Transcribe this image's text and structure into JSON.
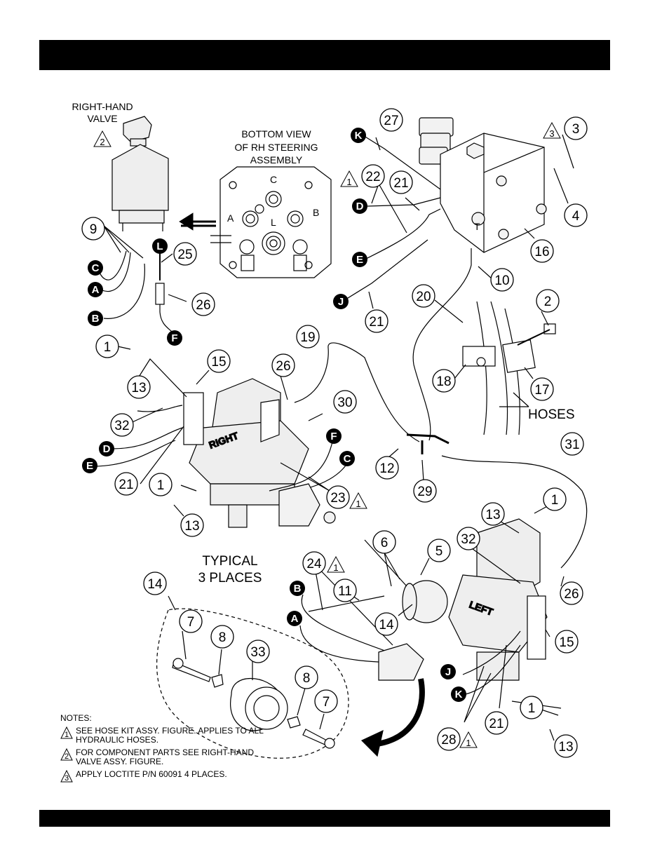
{
  "header": {
    "title": ""
  },
  "footer": {
    "text": ""
  },
  "captions": {
    "right_hand_valve": [
      "RIGHT-HAND",
      "VALVE"
    ],
    "bottom_view": [
      "BOTTOM VIEW",
      "OF RH STEERING",
      "ASSEMBLY"
    ],
    "typical": [
      "TYPICAL",
      "3 PLACES"
    ],
    "hoses": "HOSES",
    "right": "RIGHT",
    "left": "LEFT",
    "port_labels": {
      "c": "C",
      "a": "A",
      "b": "B",
      "l": "L",
      "t": "T"
    }
  },
  "callouts": [
    {
      "id": "c27",
      "n": "27"
    },
    {
      "id": "c3",
      "n": "3"
    },
    {
      "id": "c22",
      "n": "22"
    },
    {
      "id": "c21a",
      "n": "21"
    },
    {
      "id": "c4",
      "n": "4"
    },
    {
      "id": "c16",
      "n": "16"
    },
    {
      "id": "c10",
      "n": "10"
    },
    {
      "id": "c21b",
      "n": "21"
    },
    {
      "id": "c20",
      "n": "20"
    },
    {
      "id": "c2",
      "n": "2"
    },
    {
      "id": "c18",
      "n": "18"
    },
    {
      "id": "c17",
      "n": "17"
    },
    {
      "id": "c9",
      "n": "9"
    },
    {
      "id": "c25",
      "n": "25"
    },
    {
      "id": "c26a",
      "n": "26"
    },
    {
      "id": "c1a",
      "n": "1"
    },
    {
      "id": "c13a",
      "n": "13"
    },
    {
      "id": "c15a",
      "n": "15"
    },
    {
      "id": "c26b",
      "n": "26"
    },
    {
      "id": "c19",
      "n": "19"
    },
    {
      "id": "c30",
      "n": "30"
    },
    {
      "id": "c32a",
      "n": "32"
    },
    {
      "id": "c21c",
      "n": "21"
    },
    {
      "id": "c1b",
      "n": "1"
    },
    {
      "id": "c13b",
      "n": "13"
    },
    {
      "id": "c23",
      "n": "23"
    },
    {
      "id": "c12",
      "n": "12"
    },
    {
      "id": "c29",
      "n": "29"
    },
    {
      "id": "c31",
      "n": "31"
    },
    {
      "id": "c1c",
      "n": "1"
    },
    {
      "id": "c13c",
      "n": "13"
    },
    {
      "id": "c32b",
      "n": "32"
    },
    {
      "id": "c6",
      "n": "6"
    },
    {
      "id": "c5",
      "n": "5"
    },
    {
      "id": "c24",
      "n": "24"
    },
    {
      "id": "c11",
      "n": "11"
    },
    {
      "id": "c14a",
      "n": "14"
    },
    {
      "id": "c26c",
      "n": "26"
    },
    {
      "id": "c15b",
      "n": "15"
    },
    {
      "id": "c14b",
      "n": "14"
    },
    {
      "id": "c7a",
      "n": "7"
    },
    {
      "id": "c8a",
      "n": "8"
    },
    {
      "id": "c33",
      "n": "33"
    },
    {
      "id": "c8b",
      "n": "8"
    },
    {
      "id": "c7b",
      "n": "7"
    },
    {
      "id": "c21d",
      "n": "21"
    },
    {
      "id": "c1d",
      "n": "1"
    },
    {
      "id": "c28",
      "n": "28"
    },
    {
      "id": "c13d",
      "n": "13"
    }
  ],
  "letter_markers": [
    {
      "id": "mK1",
      "l": "K"
    },
    {
      "id": "mD1",
      "l": "D"
    },
    {
      "id": "mE1",
      "l": "E"
    },
    {
      "id": "mJ1",
      "l": "J"
    },
    {
      "id": "mL",
      "l": "L"
    },
    {
      "id": "mC1",
      "l": "C"
    },
    {
      "id": "mA1",
      "l": "A"
    },
    {
      "id": "mB1",
      "l": "B"
    },
    {
      "id": "mF1",
      "l": "F"
    },
    {
      "id": "mD2",
      "l": "D"
    },
    {
      "id": "mE2",
      "l": "E"
    },
    {
      "id": "mF2",
      "l": "F"
    },
    {
      "id": "mC2",
      "l": "C"
    },
    {
      "id": "mB2",
      "l": "B"
    },
    {
      "id": "mA2",
      "l": "A"
    },
    {
      "id": "mJ2",
      "l": "J"
    },
    {
      "id": "mK2",
      "l": "K"
    }
  ],
  "note_flags": [
    {
      "id": "f2",
      "n": "2"
    },
    {
      "id": "f3",
      "n": "3"
    },
    {
      "id": "f1a",
      "n": "1"
    },
    {
      "id": "f1b",
      "n": "1"
    },
    {
      "id": "f1c",
      "n": "1"
    },
    {
      "id": "f1d",
      "n": "1"
    }
  ],
  "notes": {
    "title": "NOTES:",
    "items": [
      {
        "n": "1",
        "text": "SEE HOSE KIT ASSY. FIGURE. APPLIES TO ALL HYDRAULIC HOSES."
      },
      {
        "n": "2",
        "text": "FOR COMPONENT PARTS SEE RIGHT-HAND VALVE ASSY. FIGURE."
      },
      {
        "n": "3",
        "text": "APPLY LOCTITE P/N 60091 4 PLACES."
      }
    ]
  }
}
